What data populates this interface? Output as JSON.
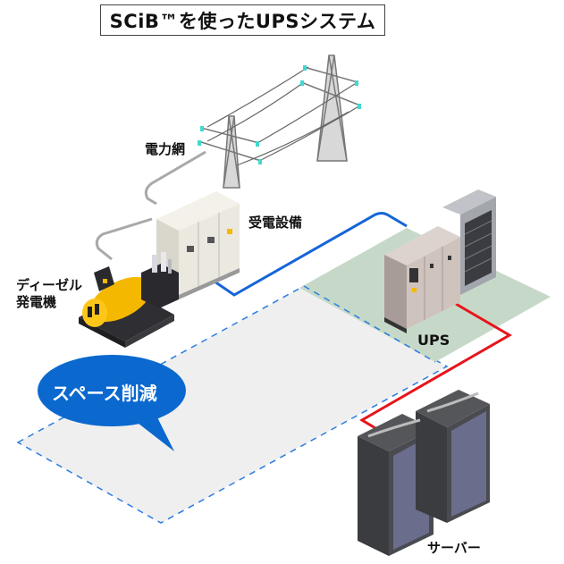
{
  "title": "SCiB™を使ったUPSシステム",
  "labels": {
    "power_grid": "電力網",
    "receiving_equipment": "受電設備",
    "diesel_generator_line1": "ディーゼル",
    "diesel_generator_line2": "発電機",
    "ups": "UPS",
    "server": "サーバー"
  },
  "callout": {
    "text": "スペース削減"
  },
  "colors": {
    "title_border": "#444444",
    "grid_cable": "#a9a9a9",
    "utility_to_ups_cable": "#1565d8",
    "ups_to_server_cable": "#e8141b",
    "callout_fill": "#0a68cf",
    "saved_space_fill": "#efefef",
    "saved_space_border": "#2a7de1",
    "ups_platform_fill": "#c6d9c8",
    "generator_body": "#f5b800",
    "tower_accent": "#40d8d0"
  }
}
